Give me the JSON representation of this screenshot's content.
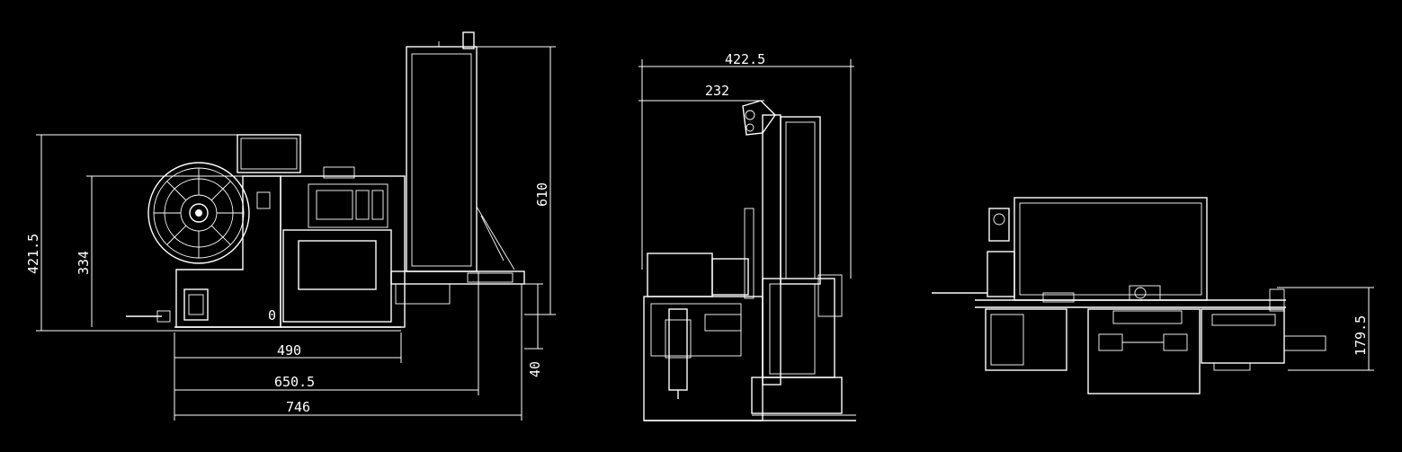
{
  "colors": {
    "background": "#000000",
    "line": "#ffffff"
  },
  "views": {
    "side_view": {
      "dims": {
        "height_total": "421.5",
        "height_inner": "334",
        "width_body": "490",
        "width_mid": "650.5",
        "width_total": "746",
        "height_right": "610",
        "offset_bottom": "40"
      },
      "panel_mark": "0"
    },
    "front_view": {
      "dims": {
        "width_total": "422.5",
        "width_partial": "232"
      }
    },
    "top_view": {
      "dims": {
        "height": "179.5"
      }
    }
  }
}
